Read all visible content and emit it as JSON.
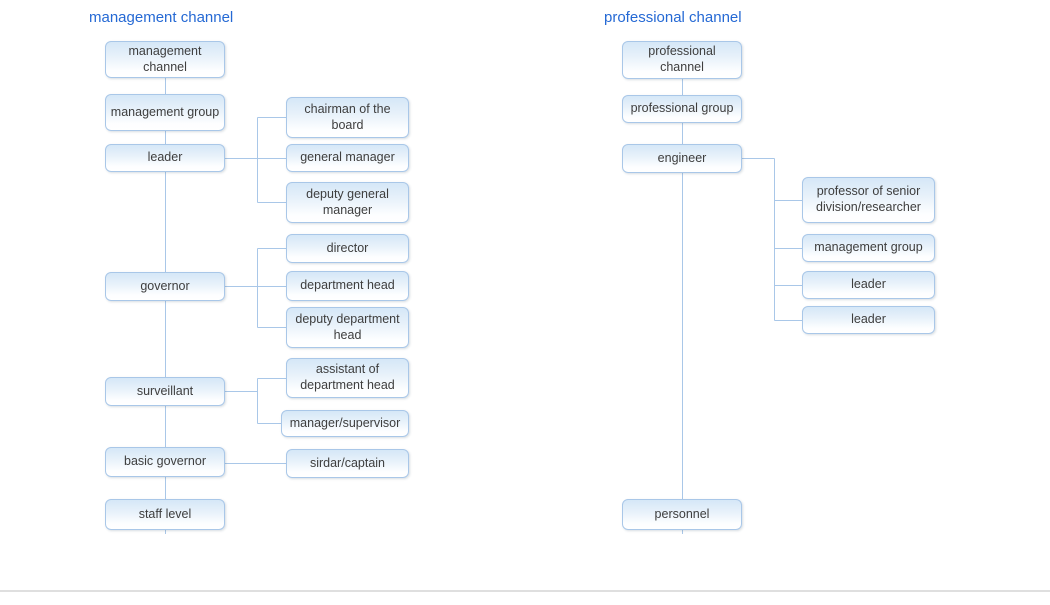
{
  "colors": {
    "title_text": "#2569d4",
    "box_border": "#a9c7e8",
    "box_fill_top": "#d5e7f7",
    "box_fill_bottom": "#ffffff",
    "box_text": "#3e3e3e",
    "connector": "#a9c7e8",
    "divider": "#dfdfdf",
    "background": "#ffffff"
  },
  "management_chart": {
    "title": "management channel",
    "chain": [
      "management channel",
      "management group",
      "leader",
      "governor",
      "surveillant",
      "basic governor",
      "staff level"
    ],
    "leader_reports": [
      "chairman of the board",
      "general manager",
      "deputy general manager"
    ],
    "governor_reports": [
      "director",
      "department head",
      "deputy department head"
    ],
    "surveillant_reports": [
      "assistant of department head",
      "manager/supervisor"
    ],
    "basic_governor_reports": [
      "sirdar/captain"
    ]
  },
  "professional_chart": {
    "title": "professional channel",
    "chain": [
      "professional channel",
      "professional group",
      "engineer",
      "personnel"
    ],
    "engineer_reports": [
      "professor of senior division/researcher",
      "management group",
      "leader",
      "leader"
    ]
  }
}
